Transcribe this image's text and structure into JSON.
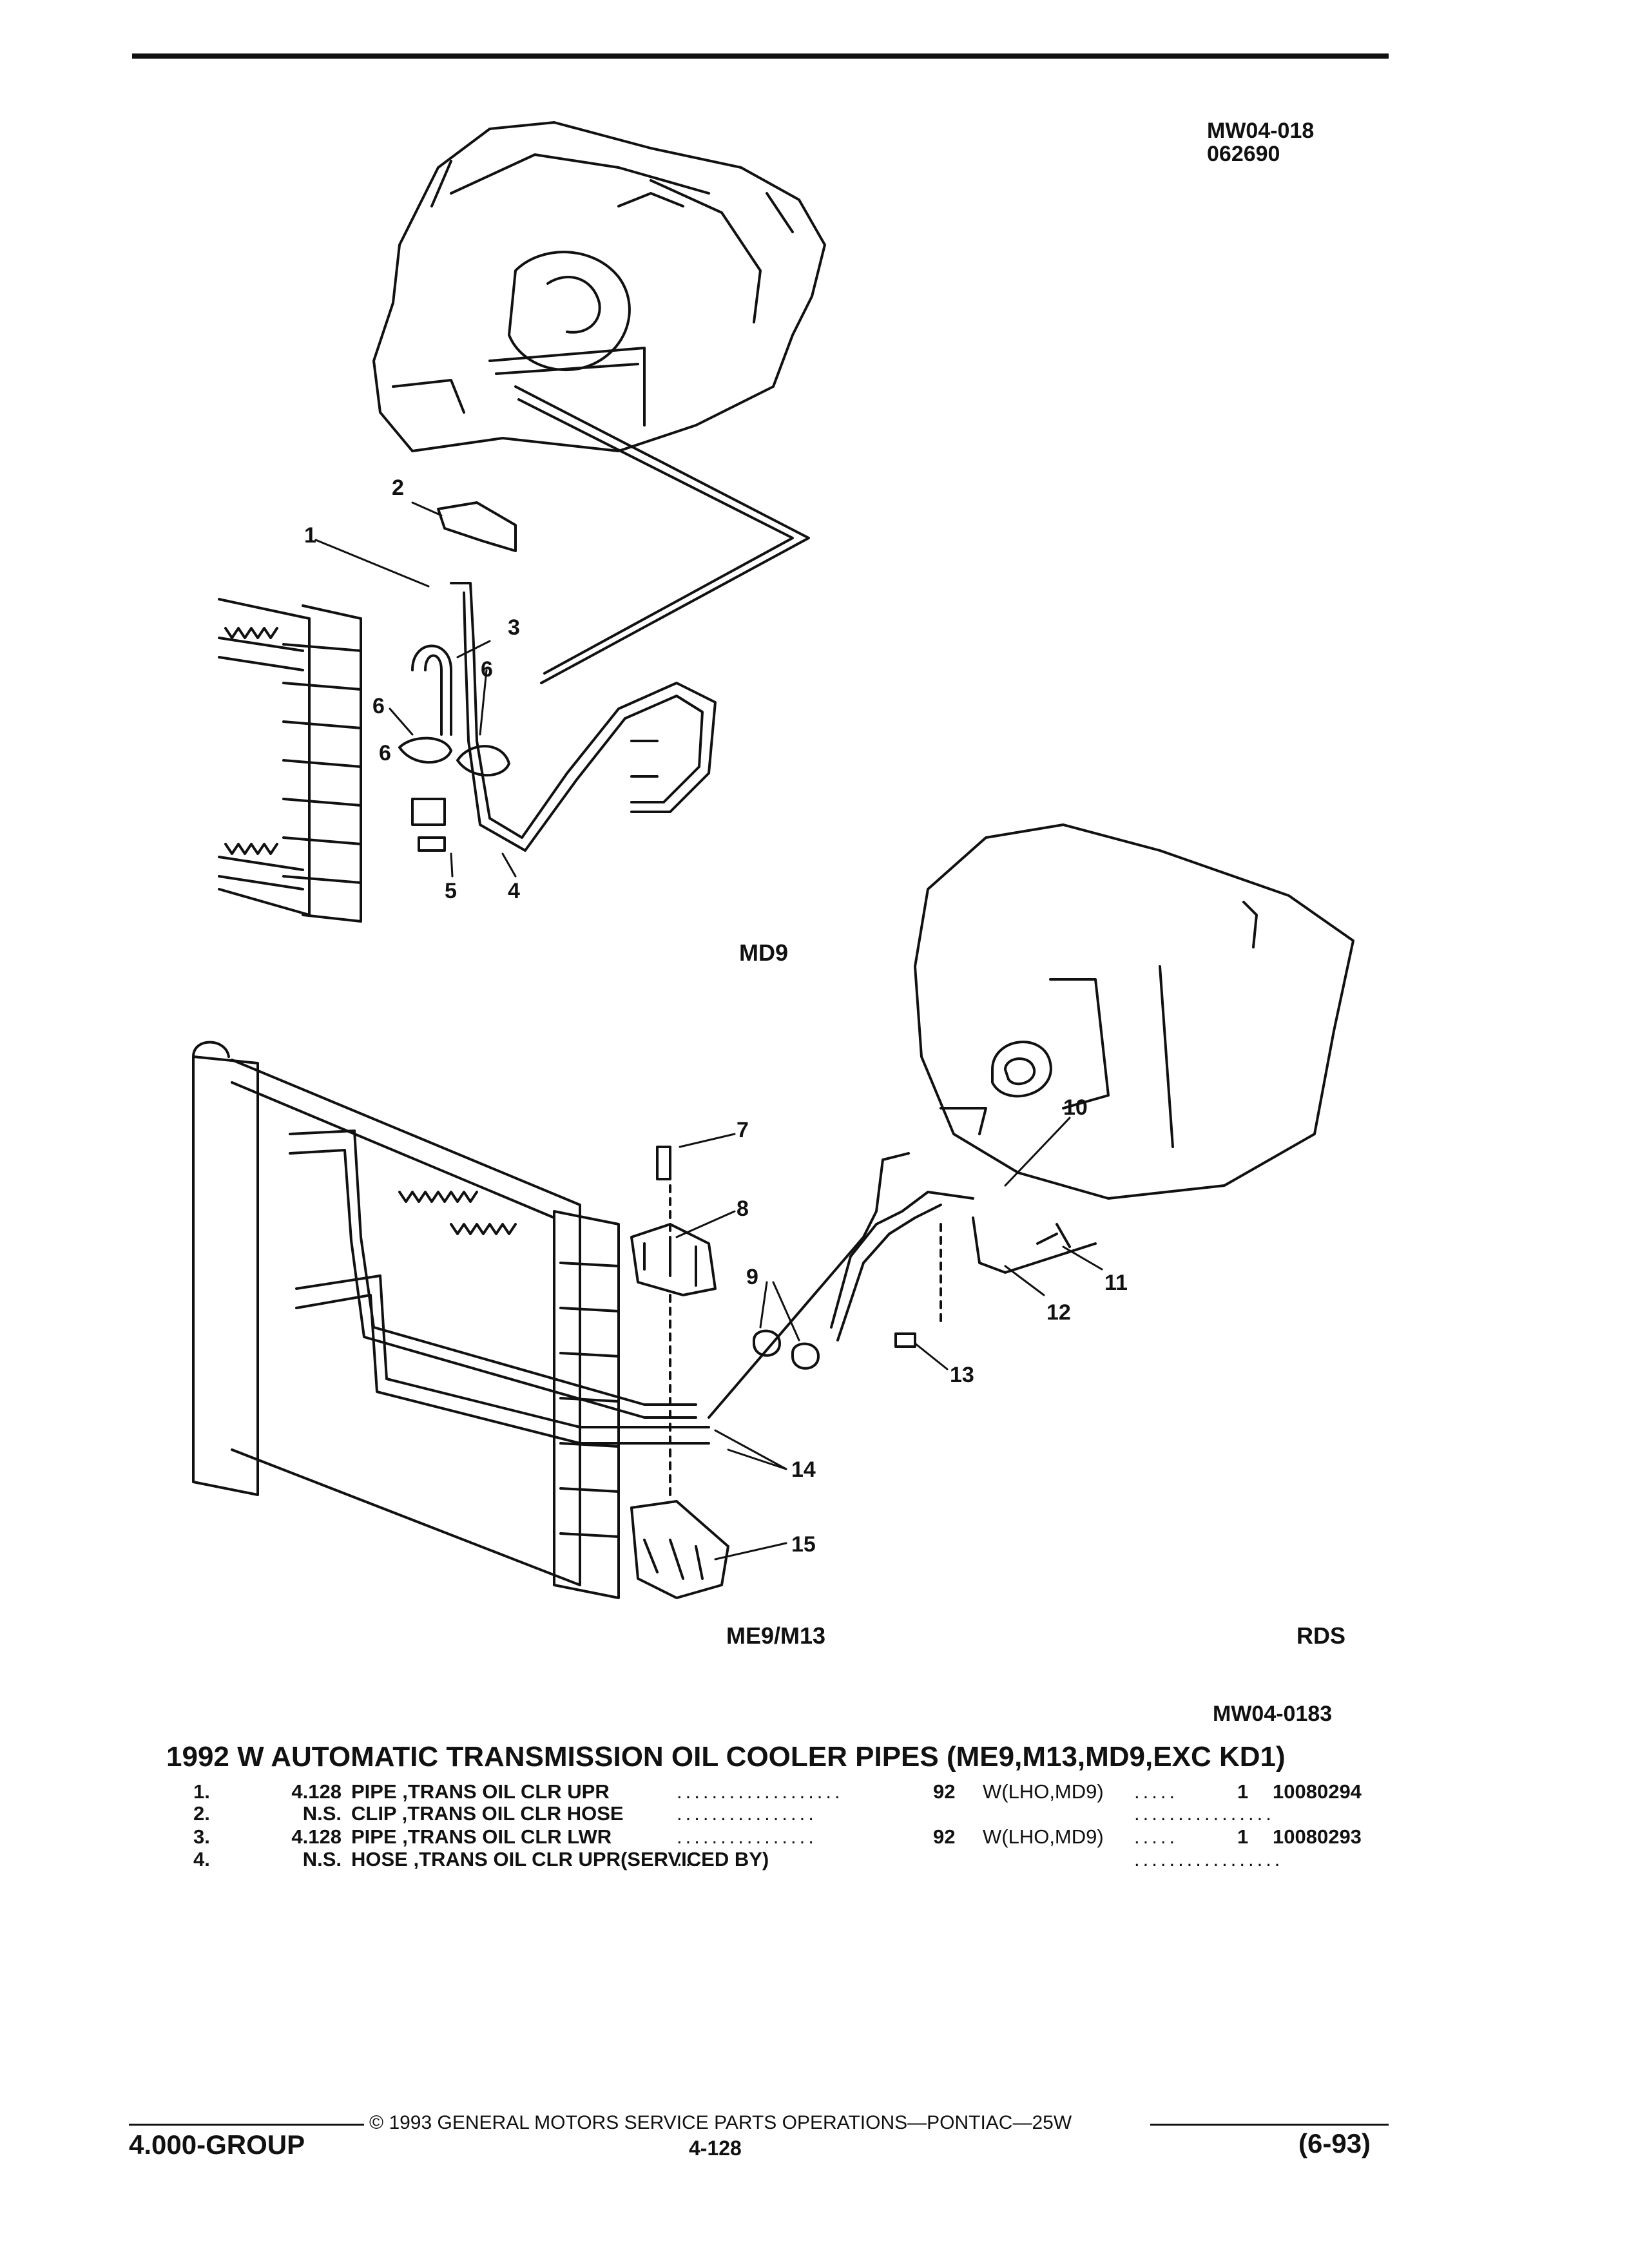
{
  "diagram": {
    "code_top_line1": "MW04-018",
    "code_top_line2": "062690",
    "label_md9": "MD9",
    "label_me9": "ME9/M13",
    "label_rds": "RDS",
    "code_bottom": "MW04-0183",
    "callouts": [
      "1",
      "2",
      "3",
      "4",
      "5",
      "6",
      "6",
      "6",
      "7",
      "8",
      "9",
      "10",
      "11",
      "12",
      "13",
      "14",
      "15"
    ]
  },
  "section": {
    "title": "1992 W AUTOMATIC TRANSMISSION OIL COOLER PIPES (ME9,M13,MD9,EXC KD1)"
  },
  "parts": [
    {
      "num": "1.",
      "ref": "4.128",
      "desc": "PIPE ,TRANS OIL CLR UPR",
      "dots1": "...................",
      "year": "92",
      "app": "W(LHO,MD9)",
      "dots2": ".....",
      "qty": "1",
      "part": "10080294"
    },
    {
      "num": "2.",
      "ref": "N.S.",
      "desc": "CLIP ,TRANS OIL CLR HOSE",
      "dots1": "................",
      "year": "",
      "app": "",
      "dots2": "................",
      "qty": "",
      "part": ""
    },
    {
      "num": "3.",
      "ref": "4.128",
      "desc": "PIPE ,TRANS OIL CLR LWR",
      "dots1": "................",
      "year": "92",
      "app": "W(LHO,MD9)",
      "dots2": ".....",
      "qty": "1",
      "part": "10080293"
    },
    {
      "num": "4.",
      "ref": "N.S.",
      "desc": "HOSE ,TRANS OIL CLR UPR(SERVICED BY)",
      "dots1": "....",
      "year": "",
      "app": "",
      "dots2": ".................",
      "qty": "",
      "part": ""
    }
  ],
  "footer": {
    "copyright": "© 1993 GENERAL MOTORS SERVICE PARTS OPERATIONS—PONTIAC—25W",
    "group": "4.000-GROUP",
    "page": "4-128",
    "date": "(6-93)"
  }
}
